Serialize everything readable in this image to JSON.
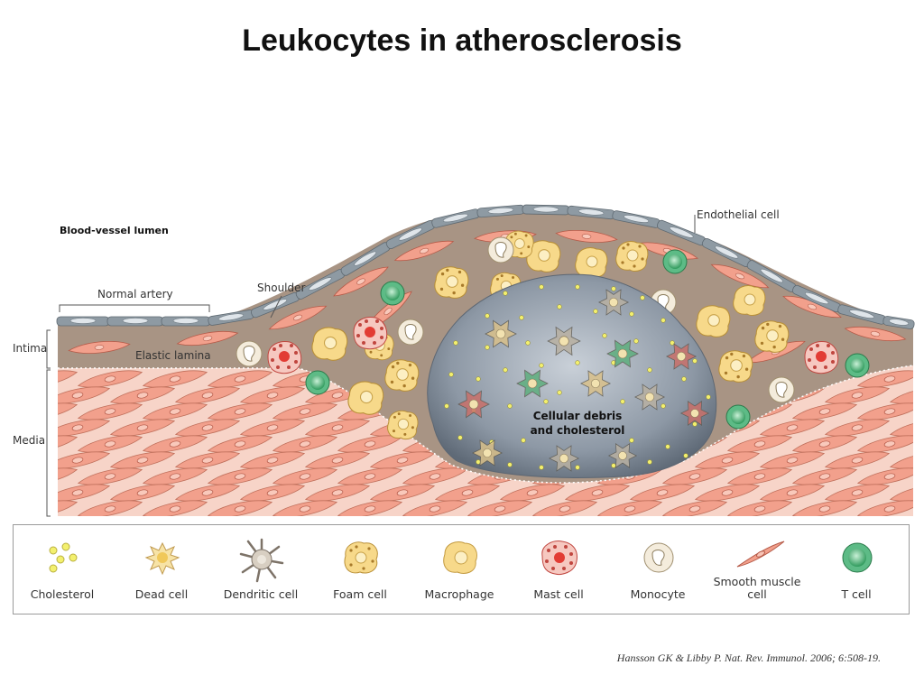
{
  "title": "Leukocytes in atherosclerosis",
  "labels": {
    "blood_vessel_lumen": "Blood-vessel lumen",
    "normal_artery": "Normal artery",
    "shoulder": "Shoulder",
    "endothelial_cell": "Endothelial cell",
    "intima": "Intima",
    "media": "Media",
    "elastic_lamina": "Elastic lamina",
    "core_line1": "Cellular debris",
    "core_line2": "and cholesterol"
  },
  "legend": [
    {
      "label": "Cholesterol",
      "icon": "cholesterol-icon"
    },
    {
      "label": "Dead cell",
      "icon": "dead-cell-icon"
    },
    {
      "label": "Dendritic cell",
      "icon": "dendritic-cell-icon"
    },
    {
      "label": "Foam cell",
      "icon": "foam-cell-icon"
    },
    {
      "label": "Macrophage",
      "icon": "macrophage-icon"
    },
    {
      "label": "Mast cell",
      "icon": "mast-cell-icon"
    },
    {
      "label": "Monocyte",
      "icon": "monocyte-icon"
    },
    {
      "label": "Smooth muscle cell",
      "icon": "smooth-muscle-cell-icon"
    },
    {
      "label": "T cell",
      "icon": "t-cell-icon"
    }
  ],
  "citation": "Hansson GK & Libby P. Nat. Rev. Immunol. 2006; 6:508-19.",
  "colors": {
    "endothelium": "#8e9aa3",
    "smooth_muscle": "#f2a08c",
    "media_bg": "#f7d4c8",
    "intima_bg": "#a89484",
    "core": "#8a95a2",
    "cholesterol": "#f3f06e",
    "macrophage": "#f7d98a",
    "mast_cell": "#e06a66",
    "t_cell": "#4fb27a",
    "monocyte": "#f4ecdc"
  }
}
